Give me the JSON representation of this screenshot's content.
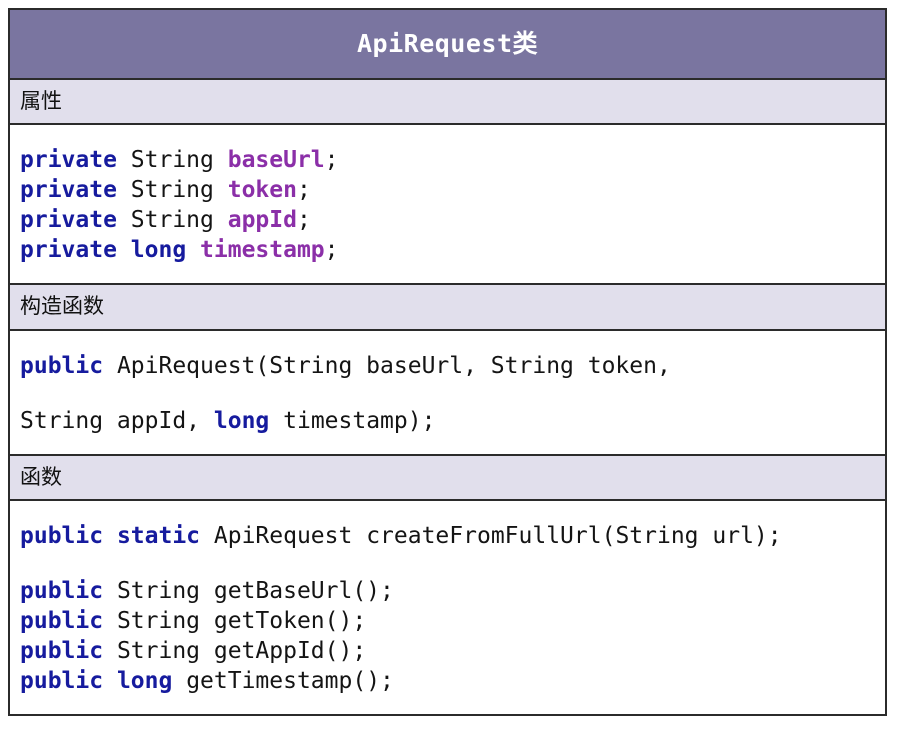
{
  "diagram": {
    "type": "uml-class",
    "class_name": "ApiRequest类",
    "colors": {
      "title_background": "#7a75a0",
      "title_text": "#ffffff",
      "compartment_header_background": "#e1dfec",
      "body_background": "#ffffff",
      "border": "#2b2b2b",
      "keyword": "#161b9e",
      "identifier": "#8b2fa8",
      "plain_text": "#141414"
    },
    "compartments": [
      {
        "header": "属性",
        "lines": [
          {
            "tokens": [
              {
                "text": "private ",
                "style": "kw"
              },
              {
                "text": "String ",
                "style": "plain"
              },
              {
                "text": "baseUrl",
                "style": "ident"
              },
              {
                "text": ";",
                "style": "plain"
              }
            ]
          },
          {
            "tokens": [
              {
                "text": "private ",
                "style": "kw"
              },
              {
                "text": "String ",
                "style": "plain"
              },
              {
                "text": "token",
                "style": "ident"
              },
              {
                "text": ";",
                "style": "plain"
              }
            ]
          },
          {
            "tokens": [
              {
                "text": "private ",
                "style": "kw"
              },
              {
                "text": "String ",
                "style": "plain"
              },
              {
                "text": "appId",
                "style": "ident"
              },
              {
                "text": ";",
                "style": "plain"
              }
            ]
          },
          {
            "tokens": [
              {
                "text": "private ",
                "style": "kw"
              },
              {
                "text": "long ",
                "style": "kw"
              },
              {
                "text": "timestamp",
                "style": "ident"
              },
              {
                "text": ";",
                "style": "plain"
              }
            ]
          }
        ]
      },
      {
        "header": "构造函数",
        "lines": [
          {
            "gap": "large",
            "tokens": [
              {
                "text": "public ",
                "style": "kw"
              },
              {
                "text": "ApiRequest(String baseUrl, String token,",
                "style": "plain"
              }
            ]
          },
          {
            "tokens": [
              {
                "text": "String appId, ",
                "style": "plain"
              },
              {
                "text": "long ",
                "style": "kw"
              },
              {
                "text": "timestamp);",
                "style": "plain"
              }
            ]
          }
        ]
      },
      {
        "header": "函数",
        "lines": [
          {
            "gap": "large",
            "tokens": [
              {
                "text": "public ",
                "style": "kw"
              },
              {
                "text": "static ",
                "style": "kw"
              },
              {
                "text": "ApiRequest createFromFullUrl(String url);",
                "style": "plain"
              }
            ]
          },
          {
            "tokens": [
              {
                "text": "public ",
                "style": "kw"
              },
              {
                "text": "String getBaseUrl();",
                "style": "plain"
              }
            ]
          },
          {
            "tokens": [
              {
                "text": "public ",
                "style": "kw"
              },
              {
                "text": "String getToken();",
                "style": "plain"
              }
            ]
          },
          {
            "tokens": [
              {
                "text": "public ",
                "style": "kw"
              },
              {
                "text": "String getAppId();",
                "style": "plain"
              }
            ]
          },
          {
            "tokens": [
              {
                "text": "public ",
                "style": "kw"
              },
              {
                "text": "long ",
                "style": "kw"
              },
              {
                "text": "getTimestamp();",
                "style": "plain"
              }
            ]
          }
        ]
      }
    ]
  }
}
